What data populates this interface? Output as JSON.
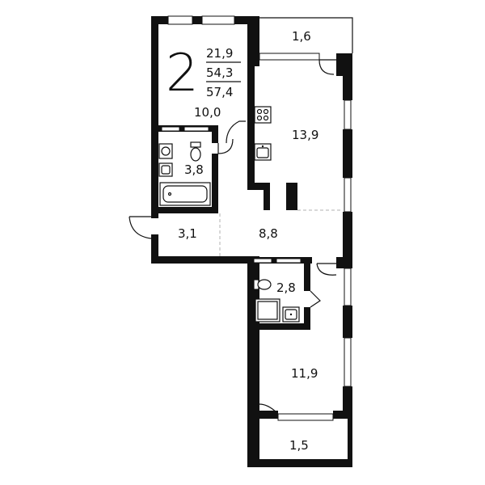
{
  "summary": {
    "rooms": "2",
    "living_area": "21,9",
    "total_area": "54,3",
    "total_with_balcony": "57,4"
  },
  "rooms": {
    "balcony_top": "1,6",
    "room_1": "10,0",
    "kitchen": "13,9",
    "bathroom": "3,8",
    "entry": "3,1",
    "hall": "8,8",
    "wc": "2,8",
    "room_2": "11,9",
    "balcony_bottom": "1,5"
  },
  "colors": {
    "wall": "#111111",
    "background": "#ffffff"
  }
}
